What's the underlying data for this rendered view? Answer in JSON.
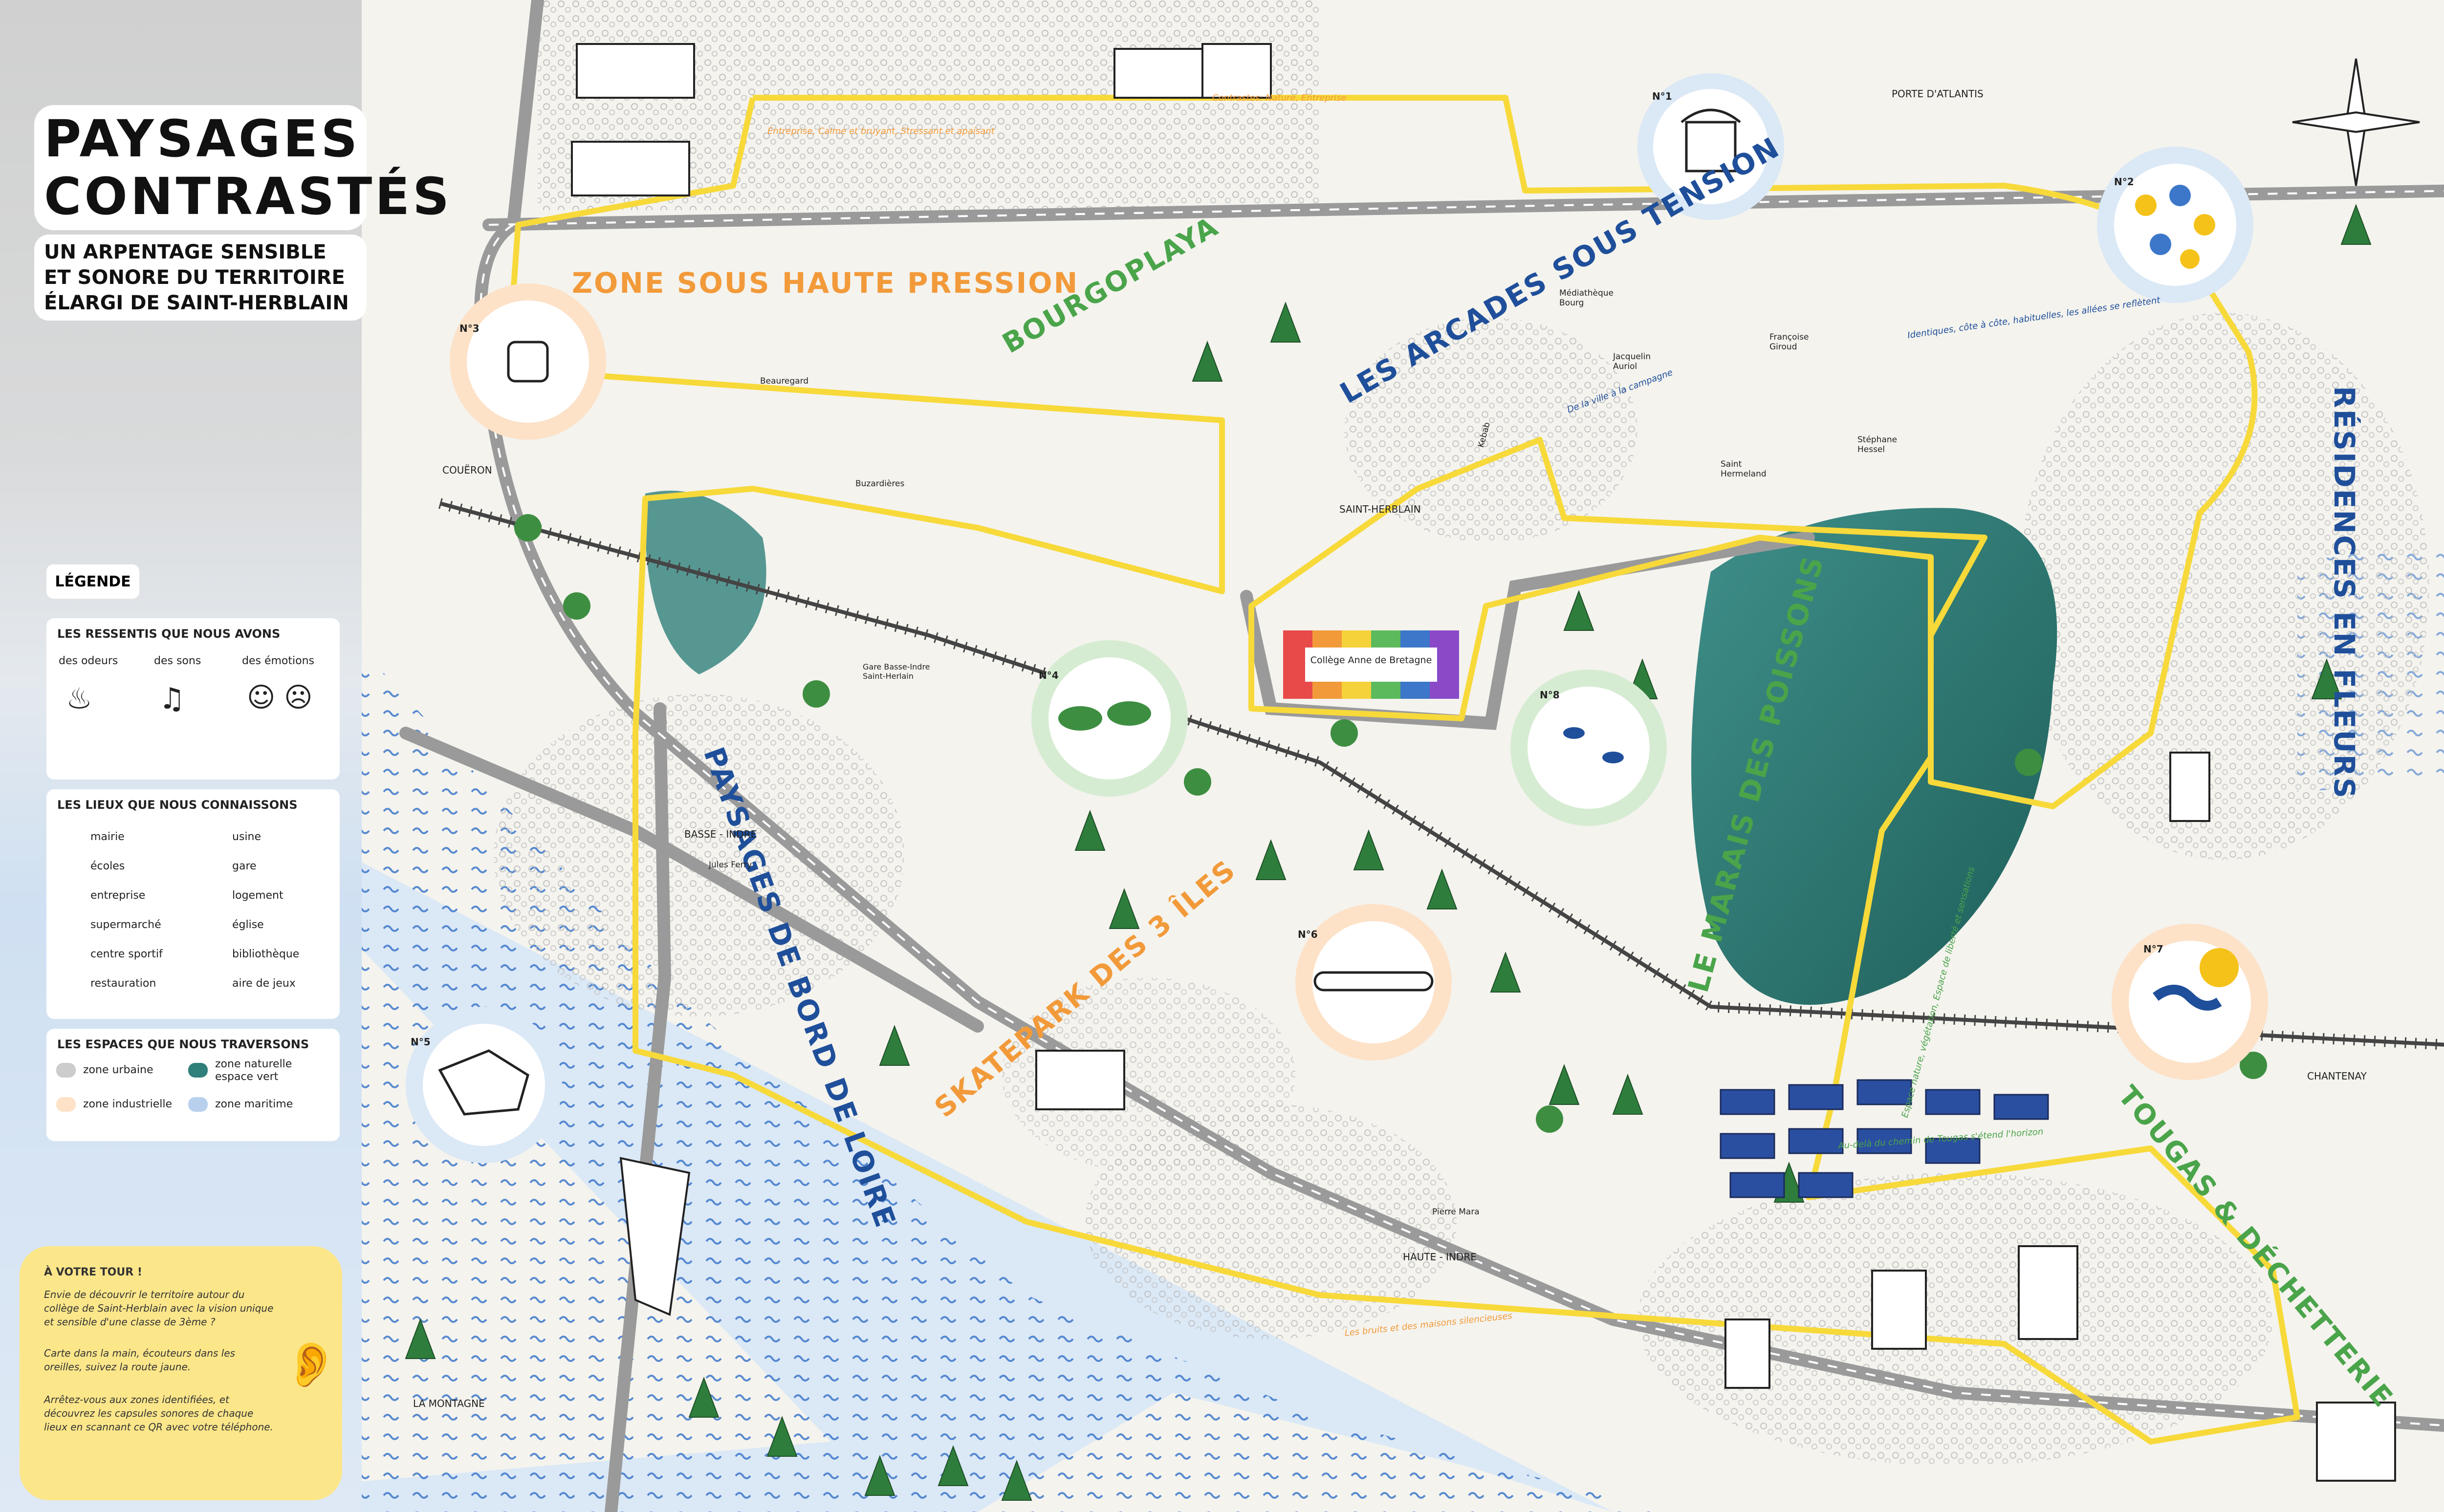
{
  "title": {
    "line1": "PAYSAGES",
    "line2": "CONTRASTÉS"
  },
  "subtitle": {
    "line1": "UN ARPENTAGE SENSIBLE",
    "line2": "ET SONORE DU TERRITOIRE",
    "line3": "ÉLARGI DE SAINT-HERBLAIN"
  },
  "legend": {
    "heading": "LÉGENDE",
    "ressentis": {
      "title": "LES RESSENTIS QUE NOUS AVONS",
      "items": [
        "des odeurs",
        "des sons",
        "des émotions"
      ]
    },
    "lieux": {
      "title": "LES LIEUX QUE NOUS CONNAISSONS",
      "left": [
        "mairie",
        "écoles",
        "entreprise",
        "supermarché",
        "centre sportif",
        "restauration"
      ],
      "right": [
        "usine",
        "gare",
        "logement",
        "église",
        "bibliothèque",
        "aire de jeux"
      ]
    },
    "espaces": {
      "title": "LES ESPACES QUE NOUS TRAVERSONS",
      "items": [
        "zone urbaine",
        "zone naturelle espace vert",
        "zone industrielle",
        "zone maritime"
      ]
    }
  },
  "tour": {
    "heading": "À VOTRE TOUR !",
    "p1": "Envie de découvrir le territoire autour du collège de Saint-Herblain avec la vision unique et sensible d'une classe de 3ème ?",
    "p2": "Carte dans la main, écouteurs dans les oreilles, suivez la route jaune.",
    "p3": "Arrêtez-vous aux zones identifiées, et découvrez les capsules sonores de chaque lieux en scannant ce QR avec votre téléphone."
  },
  "zones": [
    {
      "id": "haute-pression",
      "label": "ZONE SOUS HAUTE PRESSION",
      "color": "#f29a3a"
    },
    {
      "id": "bourgoplaya",
      "label": "BOURGOPLAYA",
      "color": "#4aa44a"
    },
    {
      "id": "arcades",
      "label": "LES ARCADES SOUS TENSION",
      "color": "#1f4f9a"
    },
    {
      "id": "residences",
      "label": "RÉSIDENCES EN FLEURS",
      "color": "#1f4f9a"
    },
    {
      "id": "marais",
      "label": "LE MARAIS DES POISSONS",
      "color": "#4aa44a"
    },
    {
      "id": "bord-loire",
      "label": "PAYSAGES DE BORD DE LOIRE",
      "color": "#1f4f9a"
    },
    {
      "id": "skatepark",
      "label": "SKATEPARK DES 3 ÎLES",
      "color": "#f29a3a"
    },
    {
      "id": "tougas",
      "label": "TOUGAS & DÉCHETTERIE",
      "color": "#4aa44a"
    }
  ],
  "stops": [
    "N°1",
    "N°2",
    "N°3",
    "N°4",
    "N°5",
    "N°6",
    "N°7",
    "N°8"
  ],
  "places": {
    "porte": "PORTE D'ATLANTIS",
    "coueron": "COUËRON",
    "chantenay": "CHANTENAY",
    "montagne": "LA MONTAGNE",
    "saint_herblain": "SAINT-HERBLAIN",
    "college": "Collège Anne de Bretagne",
    "basse_indre": "BASSE - INDRE",
    "haute_indre": "HAUTE - INDRE",
    "beauregard": "Beauregard",
    "buzardieres": "Buzardières",
    "gare": "Gare Basse-Indre Saint-Herlain",
    "jules_ferry": "Jules Ferry",
    "pierre_mara": "Pierre Mara",
    "mediatheque": "Médiathèque Bourg",
    "jacquelin": "Jacquelin Auriol",
    "francoise": "Françoise Giroud",
    "stephane": "Stéphane Hessel",
    "saint_hermeland": "Saint Hermeland",
    "kebab": "Kebab"
  },
  "road_labels": {
    "r1": "Contrastes: Nature, Entreprise",
    "r2": "Entreprise, Calme et bruyant, Stressant et apaisant",
    "r3": "Identiques, côte à côte, habituelles, les allées se reflètent",
    "r4": "De la ville à la campagne",
    "r5": "Au-delà du chemin de Tougas s'étend l'horizon",
    "r6": "Les bruits et des maisons silencieuses",
    "r7": "Espace nature, végétation, Espace de liberté et sensations"
  },
  "colors": {
    "route": "#f7d93a",
    "water": "#3c77c9",
    "green": "#4aa44a",
    "orange": "#f29a3a",
    "blue": "#1f4f9a",
    "marsh": "#2f7f7a"
  }
}
